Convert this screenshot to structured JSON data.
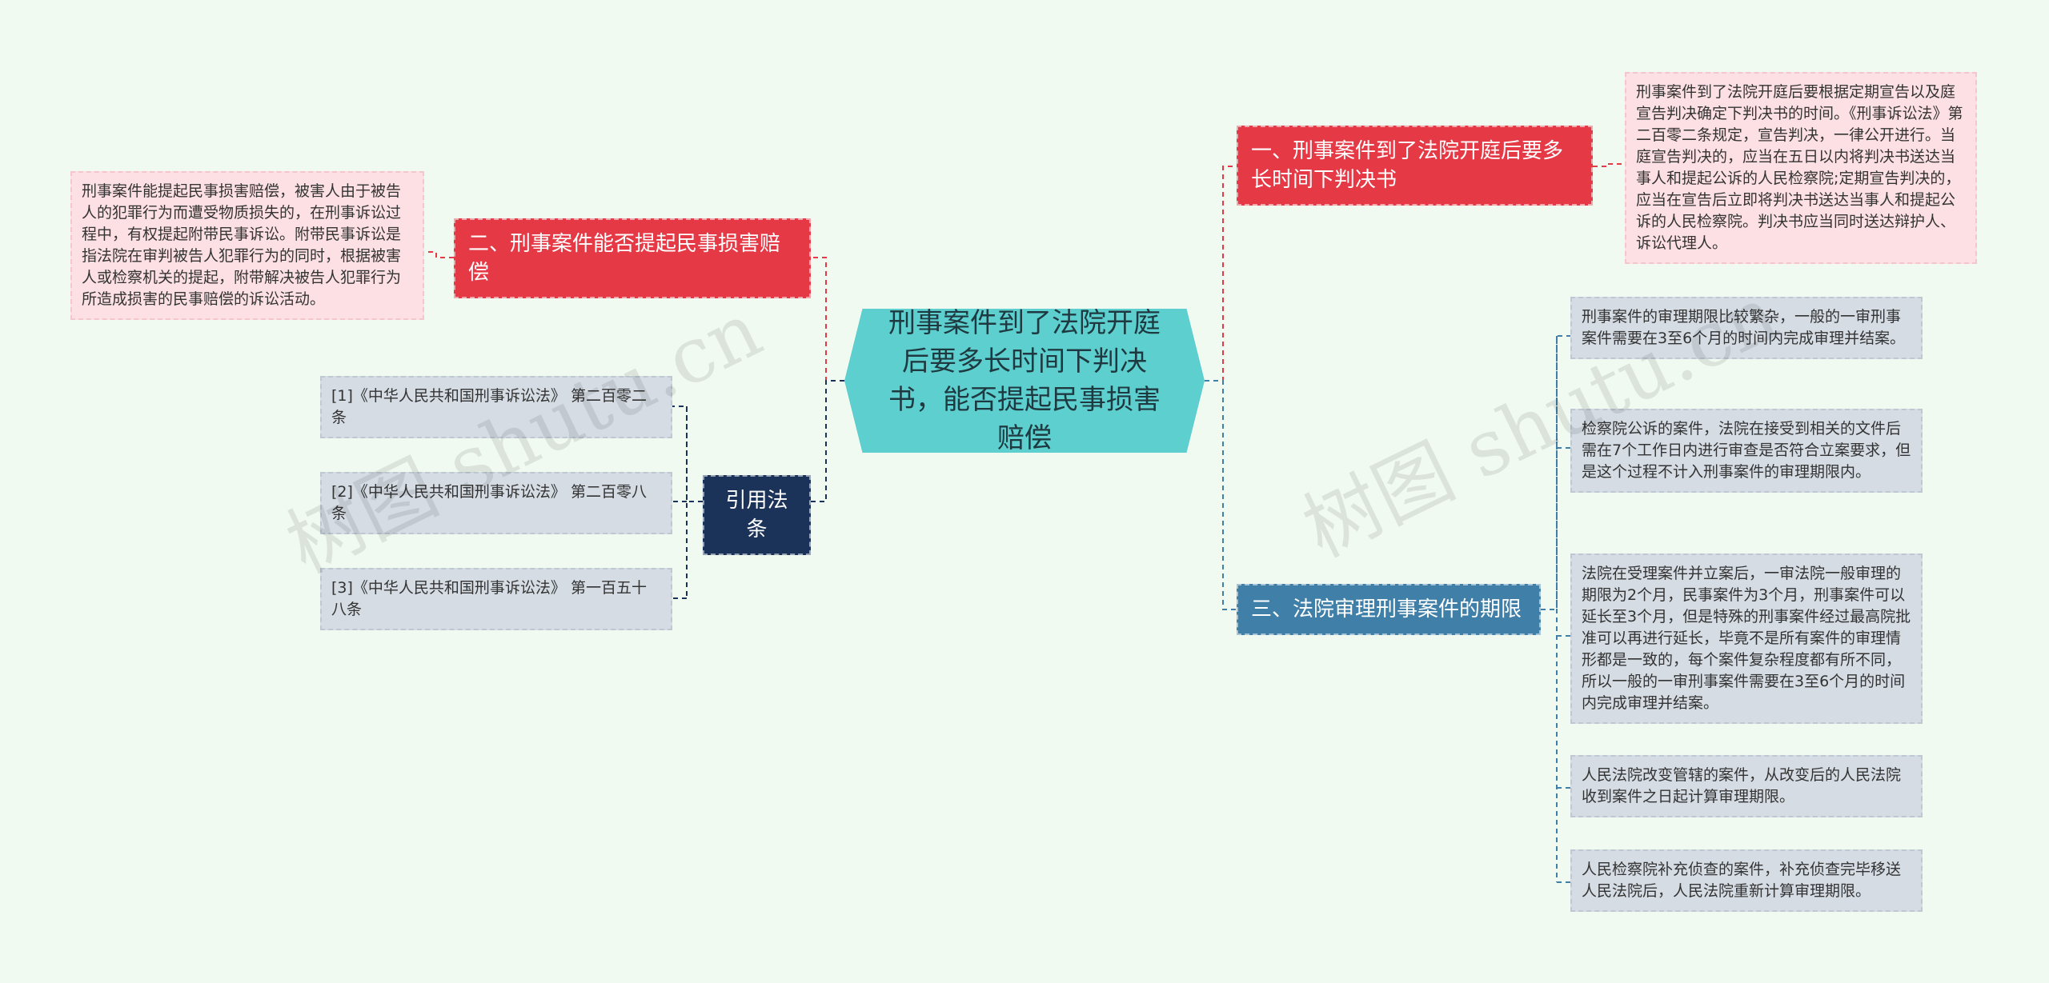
{
  "center": {
    "title": "刑事案件到了法院开庭后要多长时间下判决书，能否提起民事损害赔偿"
  },
  "branches": {
    "b1": {
      "label": "一、刑事案件到了法院开庭后要多长时间下判决书",
      "leaves": [
        "刑事案件到了法院开庭后要根据定期宣告以及庭宣告判决确定下判决书的时间。《刑事诉讼法》第二百零二条规定，宣告判决，一律公开进行。当庭宣告判决的，应当在五日以内将判决书送达当事人和提起公诉的人民检察院;定期宣告判决的，应当在宣告后立即将判决书送达当事人和提起公诉的人民检察院。判决书应当同时送达辩护人、诉讼代理人。"
      ]
    },
    "b2": {
      "label": "二、刑事案件能否提起民事损害赔偿",
      "leaves": [
        "刑事案件能提起民事损害赔偿，被害人由于被告人的犯罪行为而遭受物质损失的，在刑事诉讼过程中，有权提起附带民事诉讼。附带民事诉讼是指法院在审判被告人犯罪行为的同时，根据被害人或检察机关的提起，附带解决被告人犯罪行为所造成损害的民事赔偿的诉讼活动。"
      ]
    },
    "b3": {
      "label": "三、法院审理刑事案件的期限",
      "leaves": [
        "刑事案件的审理期限比较繁杂，一般的一审刑事案件需要在3至6个月的时间内完成审理并结案。",
        "检察院公诉的案件，法院在接受到相关的文件后需在7个工作日内进行审查是否符合立案要求，但是这个过程不计入刑事案件的审理期限内。",
        "法院在受理案件并立案后，一审法院一般审理的期限为2个月，民事案件为3个月，刑事案件可以延长至3个月，但是特殊的刑事案件经过最高院批准可以再进行延长，毕竟不是所有案件的审理情形都是一致的，每个案件复杂程度都有所不同，所以一般的一审刑事案件需要在3至6个月的时间内完成审理并结案。",
        "人民法院改变管辖的案件，从改变后的人民法院收到案件之日起计算审理期限。",
        "人民检察院补充侦查的案件，补充侦查完毕移送人民法院后，人民法院重新计算审理期限。"
      ]
    },
    "b4": {
      "label": "引用法条",
      "leaves": [
        "[1]《中华人民共和国刑事诉讼法》 第二百零二条",
        "[2]《中华人民共和国刑事诉讼法》 第二百零八条",
        "[3]《中华人民共和国刑事诉讼法》 第一百五十八条"
      ]
    }
  },
  "watermark": {
    "text": "树图 shutu.cn"
  },
  "colors": {
    "center": "#5ecfcf",
    "red": "#e63946",
    "blue": "#3f7fa8",
    "navy": "#1b3358",
    "pink": "#fde0e3",
    "grey": "#d5dce4"
  }
}
